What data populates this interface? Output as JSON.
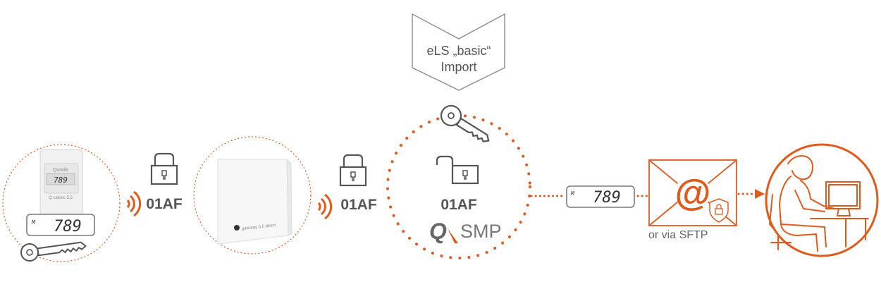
{
  "import_box": {
    "line1": "eLS „basic“",
    "line2": "Import"
  },
  "meter": {
    "brand": "Qundis",
    "model": "Q caloric 5.5",
    "display_value": "789",
    "display_prefix": "M"
  },
  "gateway": {
    "label": "gateway 5.5 direct"
  },
  "transmission": {
    "code_1": "01AF",
    "code_2": "01AF"
  },
  "smp": {
    "code": "01AF",
    "logo_q": "Q",
    "logo_text": "SMP"
  },
  "reading_display": {
    "prefix": "M",
    "value": "789"
  },
  "delivery": {
    "email_symbol": "@",
    "alt_caption": "or via SFTP"
  },
  "colors": {
    "accent": "#e05a1c",
    "gray": "#808080",
    "dark": "#333333"
  },
  "icons": [
    "lock-closed-icon",
    "lock-open-icon",
    "key-icon",
    "radio-waves-icon",
    "envelope-icon",
    "shield-lock-icon",
    "person-at-computer-icon"
  ]
}
